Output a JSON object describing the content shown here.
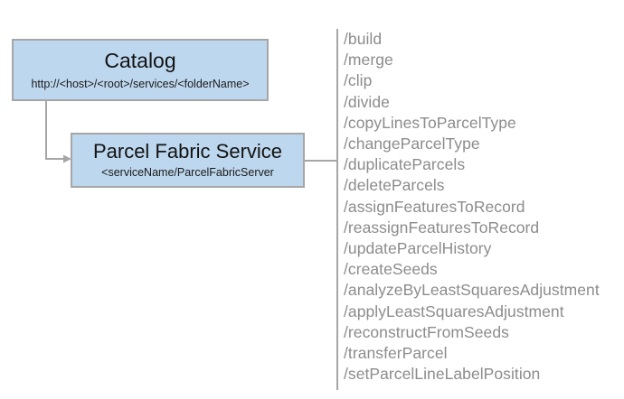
{
  "diagram": {
    "nodes": [
      {
        "id": "catalog",
        "title": "Catalog",
        "subtitle": "http://<host>/<root>/services/<folderName>"
      },
      {
        "id": "parcel-fabric-service",
        "title": "Parcel Fabric Service",
        "subtitle": "<serviceName/ParcelFabricServer"
      }
    ],
    "operations": [
      "/build",
      "/merge",
      "/clip",
      "/divide",
      "/copyLinesToParcelType",
      "/changeParcelType",
      "/duplicateParcels",
      "/deleteParcels",
      "/assignFeaturesToRecord",
      "/reassignFeaturesToRecord",
      "/updateParcelHistory",
      "/createSeeds",
      "/analyzeByLeastSquaresAdjustment",
      "/applyLeastSquaresAdjustment",
      "/reconstructFromSeeds",
      "/transferParcel",
      "/setParcelLineLabelPosition"
    ],
    "colors": {
      "node_fill": "#bdd7ee",
      "node_border": "#a6a6a6",
      "connector": "#a6a6a6",
      "operation_text": "#8c8c8c",
      "title_text": "#131313",
      "background": "#ffffff"
    }
  }
}
